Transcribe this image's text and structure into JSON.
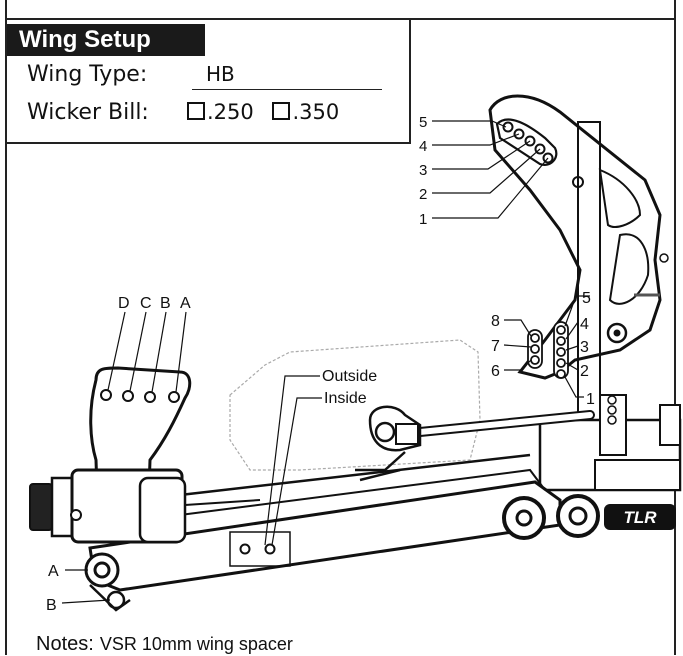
{
  "setup": {
    "title": "Wing Setup",
    "wing_type_label": "Wing Type:",
    "wing_type_value": "HB",
    "wicker_bill_label": "Wicker Bill:",
    "wicker_options": [
      ".250",
      ".350"
    ]
  },
  "diagram": {
    "wing_mount_holes": [
      "5",
      "4",
      "3",
      "2",
      "1"
    ],
    "link_holes_left": [
      "8",
      "7",
      "6"
    ],
    "link_holes_right": [
      "5",
      "4",
      "3",
      "2",
      "1"
    ],
    "rear_holes": [
      "D",
      "C",
      "B",
      "A"
    ],
    "outside_label": "Outside",
    "inside_label": "Inside",
    "pivot_labels": [
      "A",
      "B"
    ],
    "logo_text": "TLR"
  },
  "notes": {
    "label": "Notes:",
    "value": "VSR 10mm wing spacer"
  }
}
